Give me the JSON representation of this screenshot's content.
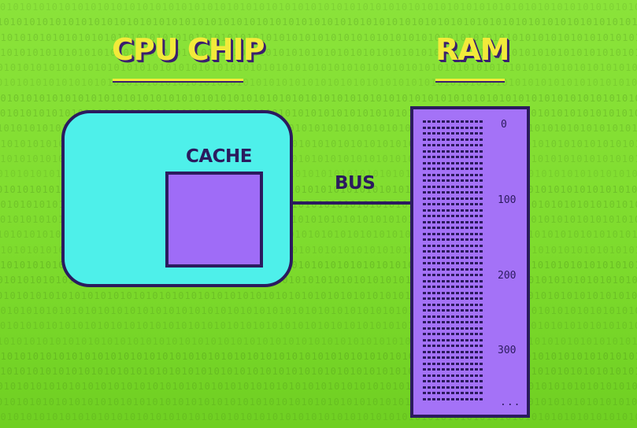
{
  "titles": {
    "cpu": "CPU CHIP",
    "ram": "RAM"
  },
  "labels": {
    "cache": "CACHE",
    "bus": "BUS"
  },
  "ram_addresses": {
    "a0": "0",
    "a100": "100",
    "a200": "200",
    "a300": "300",
    "more": "..."
  },
  "background_pattern": "01010101010101010101010101010101010101010101010101010101010101010101010101010101010101010101010101010101",
  "colors": {
    "background": "#7fdc2e",
    "title_yellow": "#f2ea3a",
    "outline_purple": "#2b1a5e",
    "cpu_fill": "#4ef0ea",
    "cache_fill": "#9f6cf7",
    "ram_fill": "#a472f7",
    "ram_text": "#2b1a5e"
  }
}
